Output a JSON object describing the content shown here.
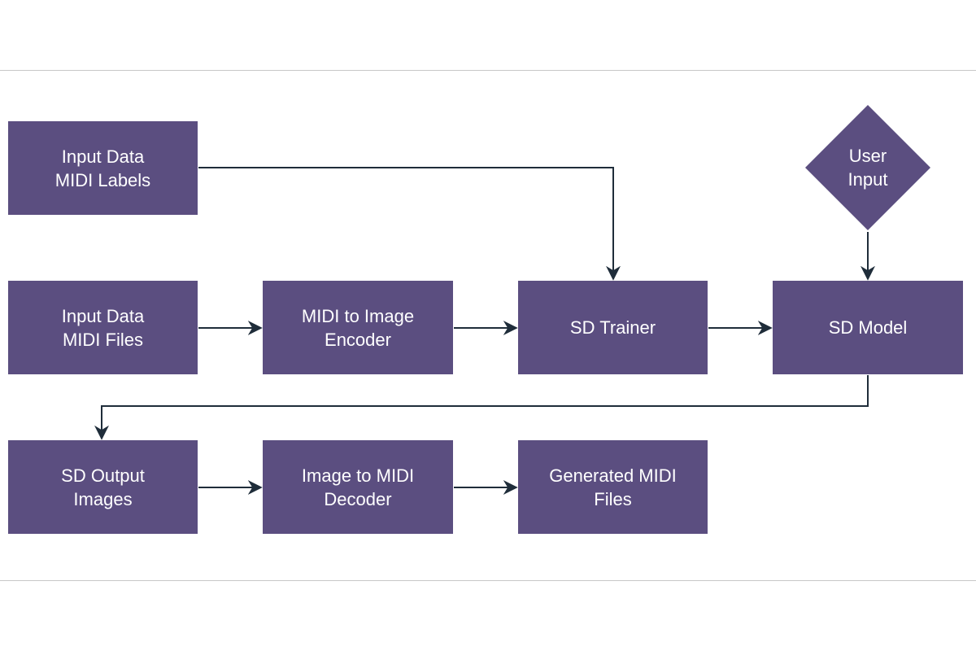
{
  "diagram": {
    "nodes": [
      {
        "id": "labels",
        "label": "Input Data\nMIDI Labels"
      },
      {
        "id": "files",
        "label": "Input Data\nMIDI Files"
      },
      {
        "id": "encoder",
        "label": "MIDI to Image\nEncoder"
      },
      {
        "id": "trainer",
        "label": "SD Trainer"
      },
      {
        "id": "model",
        "label": "SD Model"
      },
      {
        "id": "user",
        "label": "User\nInput"
      },
      {
        "id": "output",
        "label": "SD Output\nImages"
      },
      {
        "id": "decoder",
        "label": "Image to MIDI\nDecoder"
      },
      {
        "id": "generated",
        "label": "Generated MIDI\nFiles"
      }
    ],
    "colors": {
      "node_fill": "#5b4e80",
      "node_text": "#ffffff",
      "edge": "#1f2d3a"
    }
  }
}
